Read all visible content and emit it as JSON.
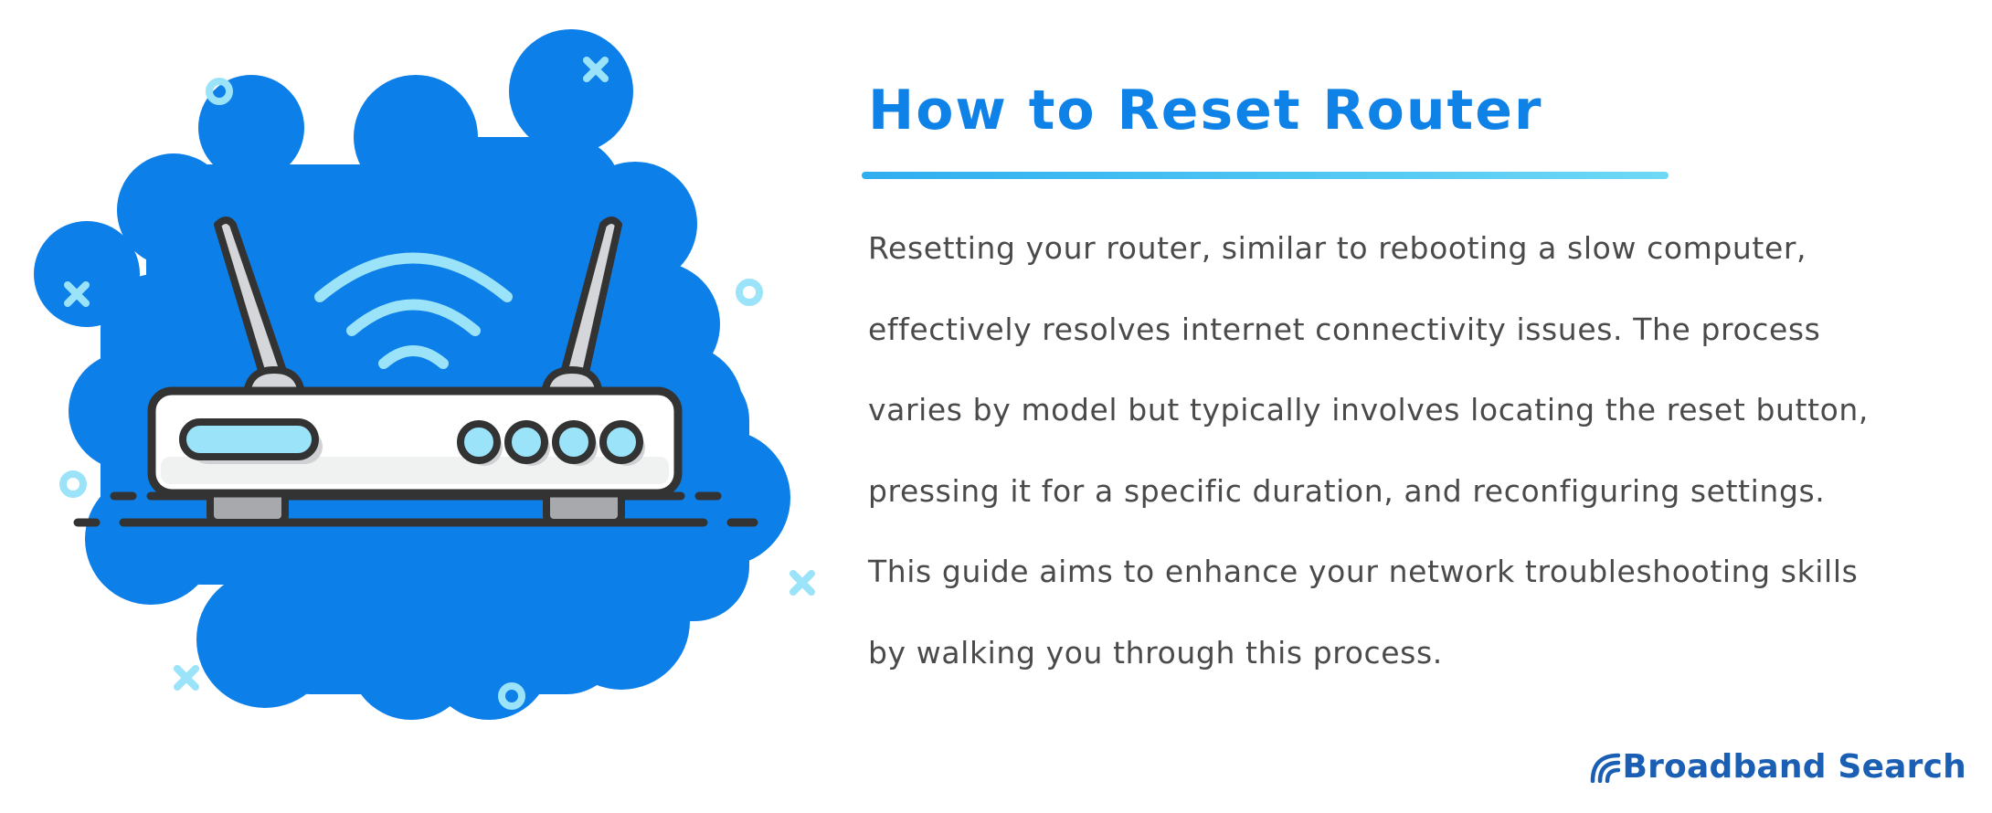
{
  "title": "How to Reset Router",
  "body_lines": [
    "Resetting your router, similar to rebooting a slow computer,",
    "effectively resolves internet connectivity issues. The process",
    "varies by model but typically involves locating the reset button,",
    "pressing it for a specific duration, and reconfiguring settings.",
    "This guide aims to enhance your network troubleshooting skills",
    "by walking you through this process."
  ],
  "brand": {
    "name": "Broadband Search",
    "icon": "wifi-signal-icon"
  },
  "colors": {
    "accent_blue": "#0f82e8",
    "blob_blue": "#0d7fe8",
    "light_cyan": "#9be3f9",
    "underline_gradient_start": "#2faef0",
    "underline_gradient_end": "#6fd9f6",
    "body_text": "#4a4a4a",
    "brand_blue": "#1a5fb4",
    "outline": "#333333"
  },
  "illustration": {
    "subject": "wifi-router-icon",
    "elements": [
      "antenna-icon",
      "wifi-waves-icon",
      "display-panel",
      "indicator-lights",
      "ground-lines",
      "sparkle-icons"
    ]
  }
}
